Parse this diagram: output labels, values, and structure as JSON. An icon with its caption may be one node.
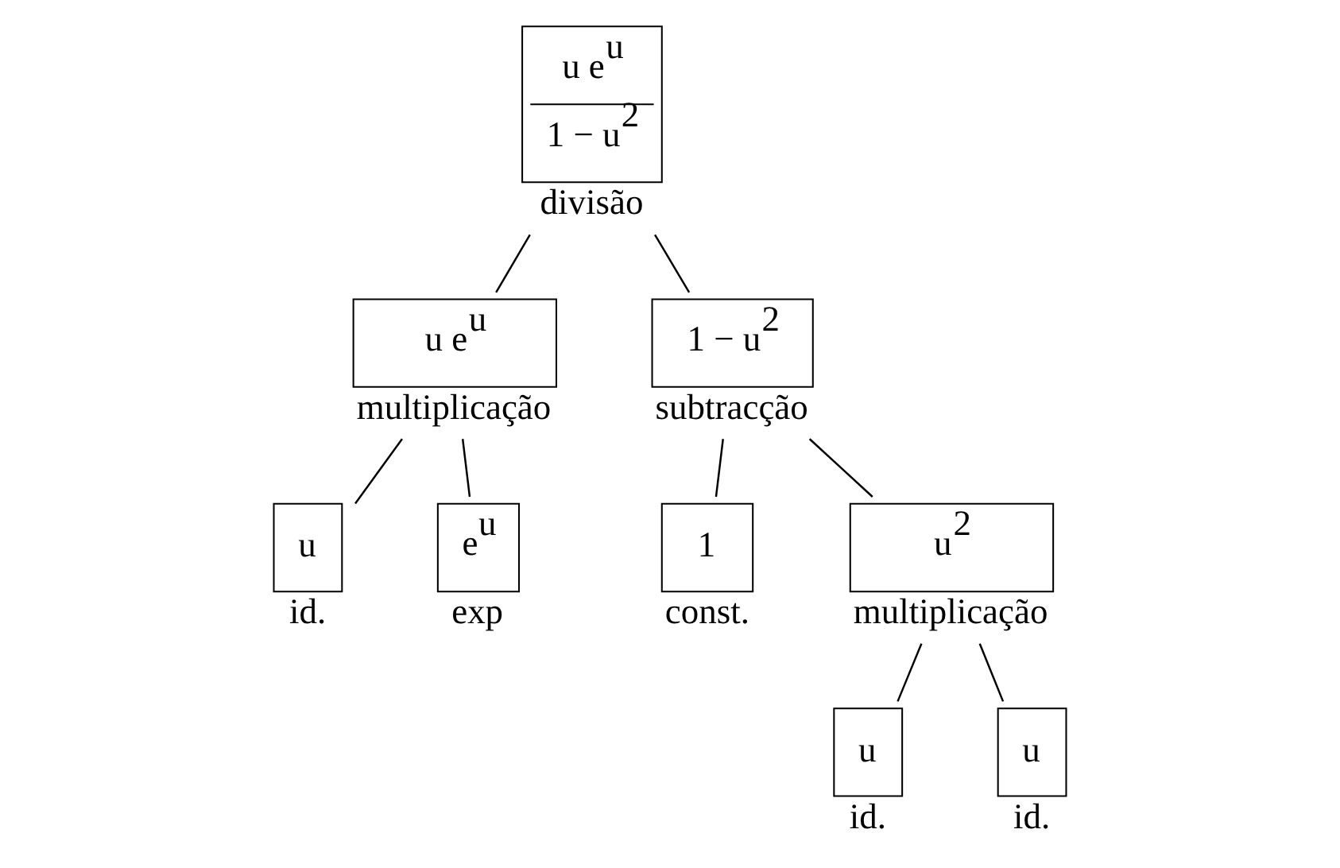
{
  "diagram": {
    "nodes": [
      {
        "text": [
          "u e$^{u}$",
          "1 − u$^{2}$"
        ],
        "beside": [
          "divisão"
        ]
      },
      {
        "text": [
          "u e$^{u}$"
        ],
        "beside": [
          "multiplicação"
        ]
      },
      {
        "text": [
          "1 − u$^{2}$"
        ],
        "beside": [
          "subtracção"
        ]
      },
      {
        "text": [
          "u"
        ],
        "beside": [
          "id."
        ]
      },
      {
        "text": [
          "e$^{u}$"
        ],
        "beside": [
          "exp"
        ]
      },
      {
        "text": [
          "1"
        ],
        "beside": [
          "const."
        ]
      },
      {
        "text": [
          "u$^{2}$"
        ],
        "beside": [
          "multiplicação"
        ]
      },
      {
        "text": [
          "u"
        ],
        "beside": [
          "id."
        ]
      },
      {
        "text": [
          "u"
        ],
        "beside": [
          "id."
        ]
      }
    ],
    "edges": [
      {
        "from": 0,
        "to": 1,
        "arrow": "none"
      },
      {
        "from": 0,
        "to": 2,
        "arrow": "none"
      },
      {
        "from": 1,
        "to": 3,
        "arrow": "none"
      },
      {
        "from": 1,
        "to": 4,
        "arrow": "none"
      },
      {
        "from": 2,
        "to": 5,
        "arrow": "none"
      },
      {
        "from": 2,
        "to": 6,
        "arrow": "none"
      },
      {
        "from": 6,
        "to": 7,
        "arrow": "none"
      },
      {
        "from": 6,
        "to": 8,
        "arrow": "none"
      }
    ]
  }
}
